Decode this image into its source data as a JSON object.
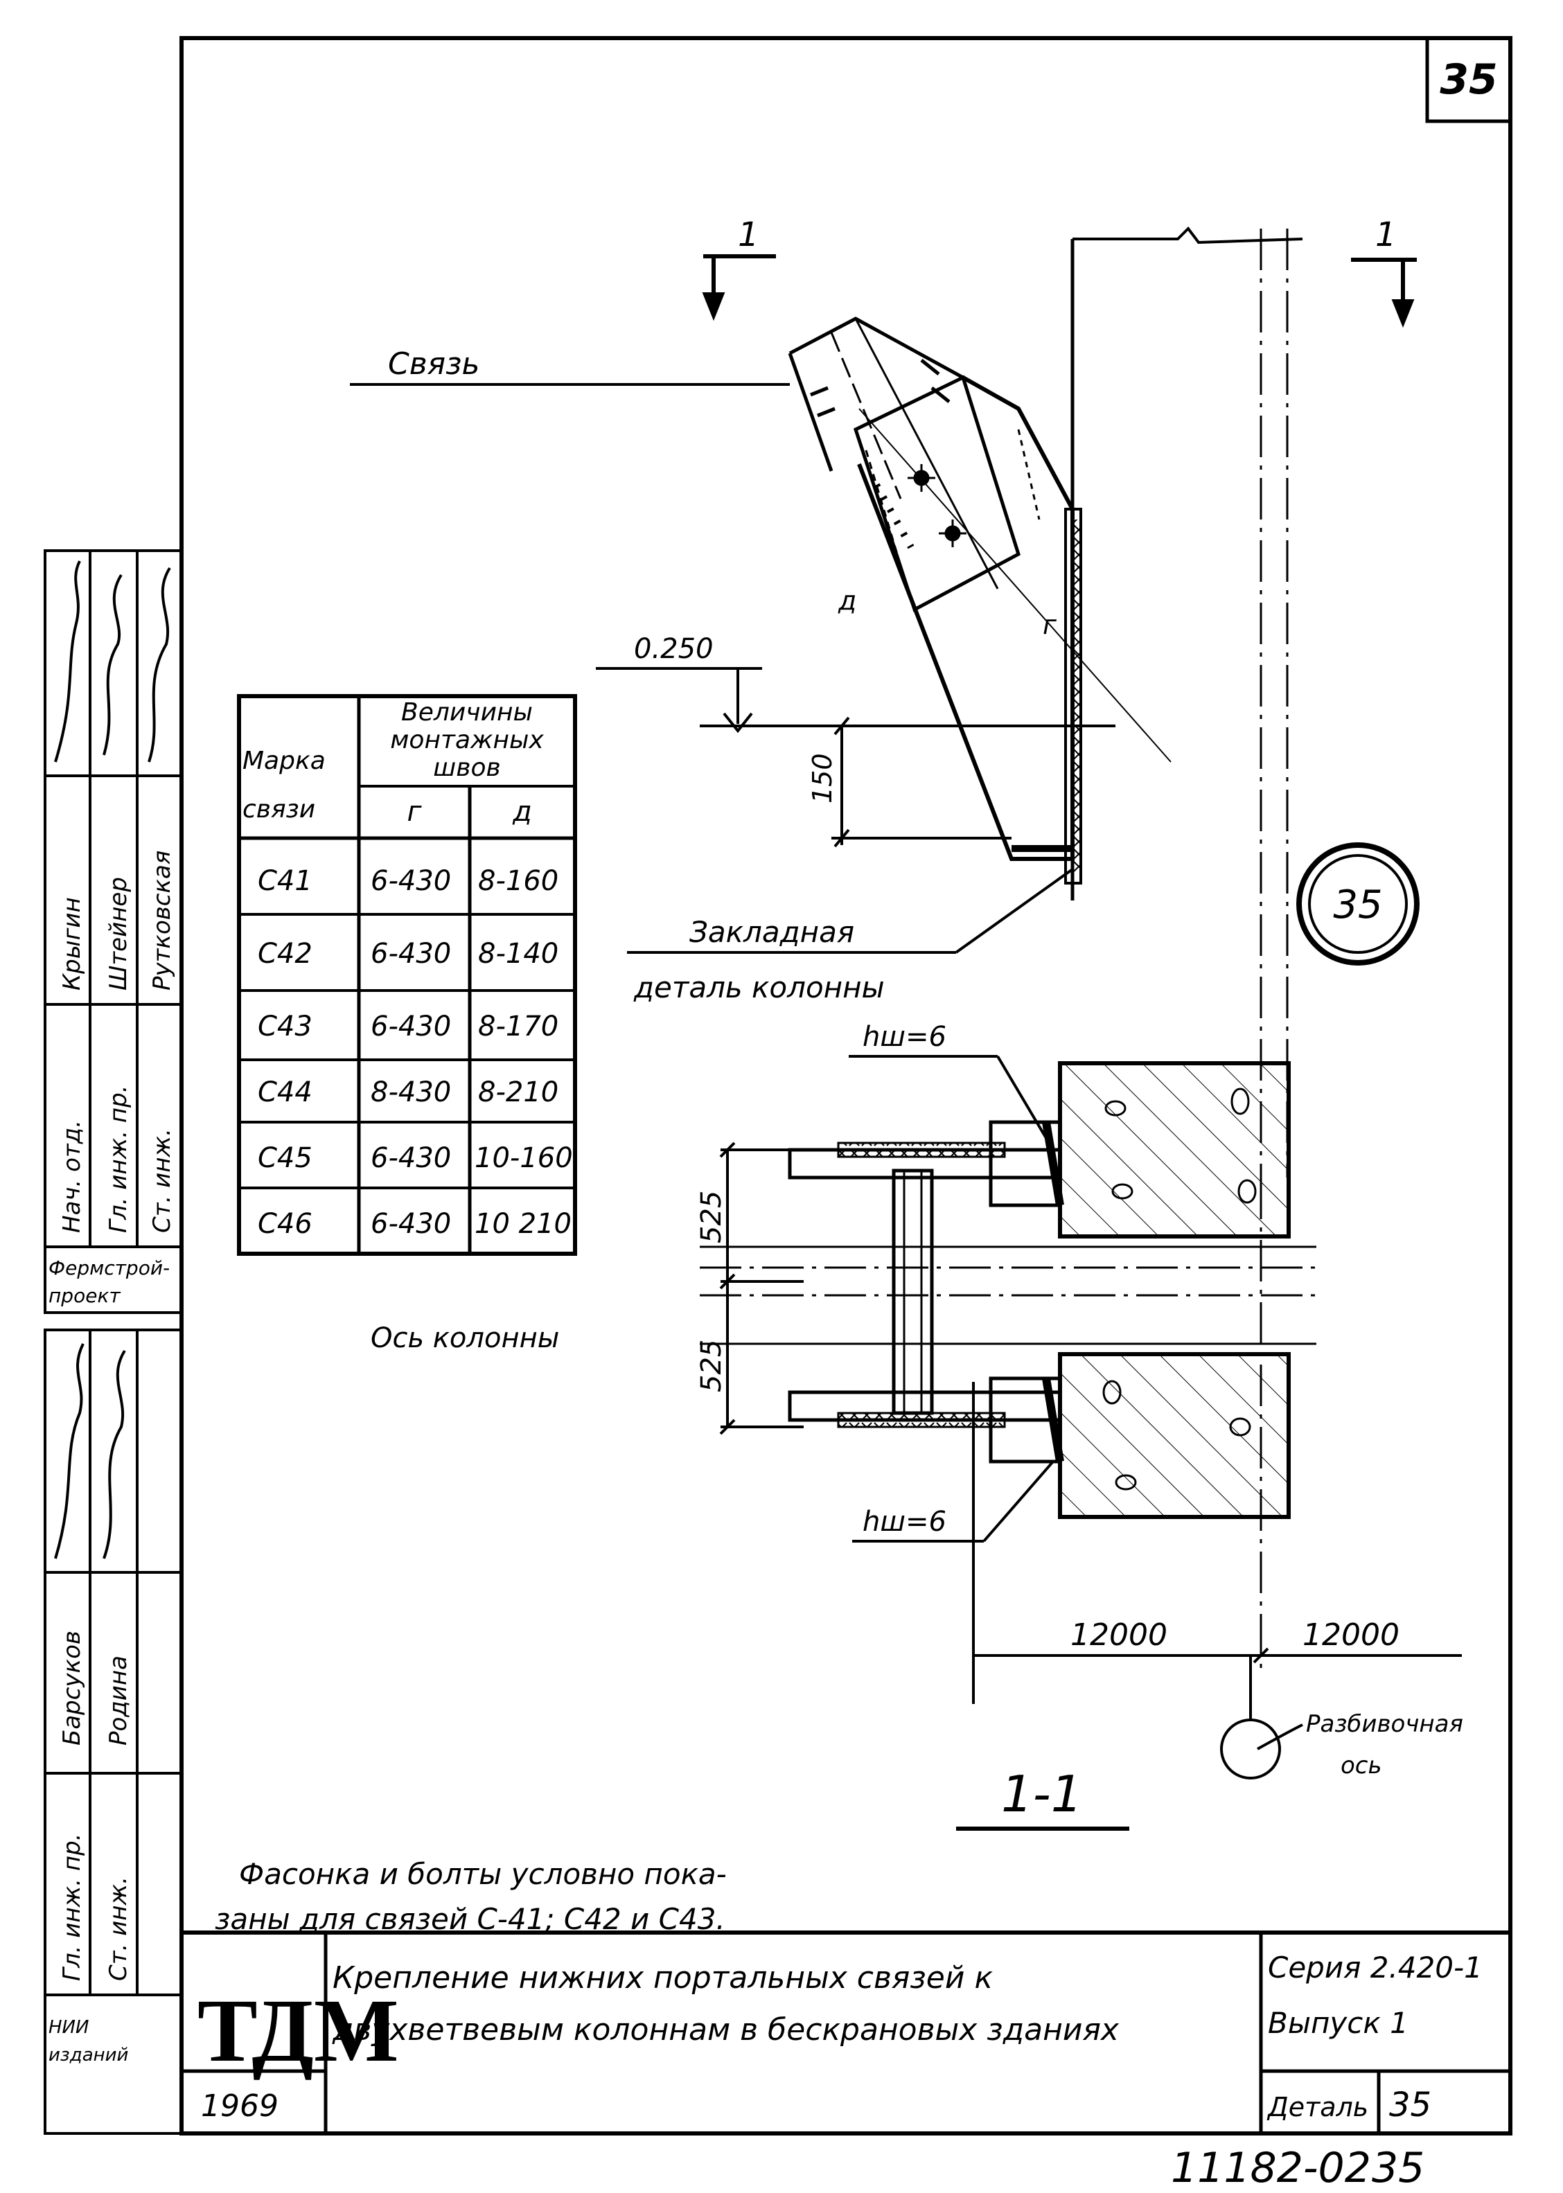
{
  "sheet_number": "35",
  "labels": {
    "brace": "Связь",
    "section_mark_left": "1",
    "section_mark_right": "1",
    "weld_g": "г",
    "weld_d": "д",
    "elevation": "0.250",
    "dim_150": "150",
    "embedded_part_line1": "Закладная",
    "embedded_part_line2": "деталь колонны",
    "weld_top": "hш=6",
    "weld_bottom": "hш=6",
    "dim_525_top": "525",
    "dim_525_bottom": "525",
    "column_axis": "Ось колонны",
    "span_left": "12000",
    "span_right": "12000",
    "layout_axis_line1": "Разбивочная",
    "layout_axis_line2": "ось",
    "detail_circle": "35",
    "section_title": "1-1"
  },
  "note": {
    "line1": "Фасонка и болты условно пока-",
    "line2": "заны для связей С-41; С42 и С43."
  },
  "table": {
    "header_mark_line1": "Марка",
    "header_mark_line2": "связи",
    "header_values_line1": "Величины",
    "header_values_line2": "монтажных",
    "header_values_line3": "швов",
    "sub_g": "г",
    "sub_d": "д",
    "rows": [
      {
        "mark": "С41",
        "g": "6-430",
        "d": "8-160"
      },
      {
        "mark": "С42",
        "g": "6-430",
        "d": "8-140"
      },
      {
        "mark": "С43",
        "g": "6-430",
        "d": "8-170"
      },
      {
        "mark": "С44",
        "g": "8-430",
        "d": "8-210"
      },
      {
        "mark": "С45",
        "g": "6-430",
        "d": "10-160"
      },
      {
        "mark": "С46",
        "g": "6-430",
        "d": "10 210"
      }
    ]
  },
  "side_stamp": {
    "roles_top": [
      "Нач. отд.",
      "Гл. инж. пр.",
      "Ст. инж."
    ],
    "names_top": [
      "Крыгин",
      "Штейнер",
      "Рутковская"
    ],
    "org_line1": "Фермстрой-",
    "org_line2": "проект",
    "roles_bottom": [
      "Гл. инж. пр.",
      "Ст. инж."
    ],
    "names_bottom": [
      "Барсуков",
      "Родина"
    ],
    "institute_line1": "НИИ",
    "institute_line2": "изданий"
  },
  "title_block": {
    "logo": "ТДМ",
    "year": "1969",
    "title_line1": "Крепление нижних  портальных связей  к",
    "title_line2": "двухветвевым колоннам в бескрановых зданиях",
    "series": "Серия 2.420-1",
    "issue": "Выпуск 1",
    "detail_label": "Деталь",
    "detail_number": "35"
  },
  "footer_code": "11182-02",
  "footer_page": "35"
}
